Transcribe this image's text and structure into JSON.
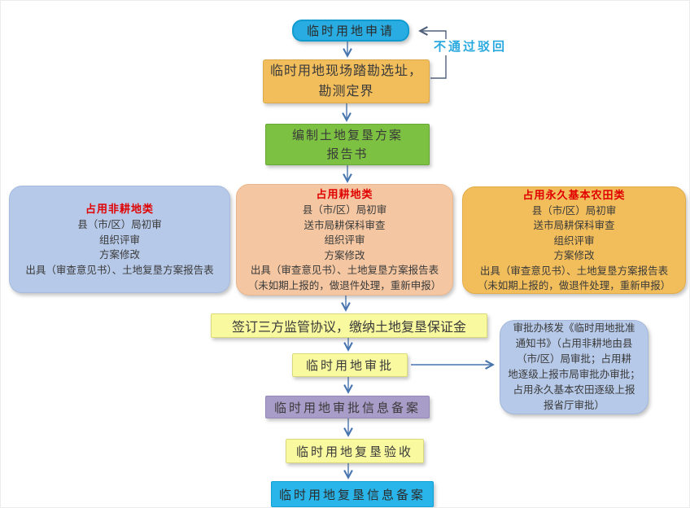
{
  "diagram": {
    "apply": "临时用地申请",
    "reject": "不通过驳回",
    "survey_lines": [
      "临时用地现场踏勘选址，",
      "勘测定界"
    ],
    "plan_lines": [
      "编制土地复垦方案",
      "报告书"
    ],
    "branches": [
      {
        "title": "占用非耕地类",
        "lines": [
          "县（市/区）局初审",
          "组织评审",
          "方案修改",
          "出具（审查意见书）、土地复垦方案报告表"
        ]
      },
      {
        "title": "占用耕地类",
        "lines": [
          "县（市/区）局初审",
          "送市局耕保科审查",
          "组织评审",
          "方案修改",
          "出具（审查意见书）、土地复垦方案报告表",
          "（未如期上报的，做退件处理，重新申报）"
        ]
      },
      {
        "title": "占用永久基本农田类",
        "lines": [
          "县（市/区）局初审",
          "送市局耕保科审查",
          "组织评审",
          "方案修改",
          "出具（审查意见书）、土地复垦方案报告表",
          "（未如期上报的，做退件处理，重新申报）"
        ]
      }
    ],
    "sign": "签订三方监管协议，缴纳土地复垦保证金",
    "approval": "临时用地审批",
    "note_lines": [
      "审批办核发《临时用地批准",
      "通知书》（占用非耕地由县",
      "（市/区）局审批；占用耕",
      "地逐级上报市局审批办审批；",
      "占用永久基本农田逐级上报",
      "报省厅审批）"
    ],
    "record_approval": "临时用地审批信息备案",
    "acceptance": "临时用地复垦验收",
    "record_reclaim": "临时用地复垦信息备案"
  },
  "colors": {
    "node_cyan": "#29ace2",
    "node_orange": "#f2be5c",
    "node_green": "#7cc142",
    "node_blue_light": "#b7c9e8",
    "node_peach": "#f4c7a2",
    "node_yellow": "#f9f9a0",
    "node_purple": "#a89cc8",
    "branch_title_red": "#e00000",
    "arrow_blue": "#4674ae",
    "reject_text_cyan": "#29a9df"
  }
}
